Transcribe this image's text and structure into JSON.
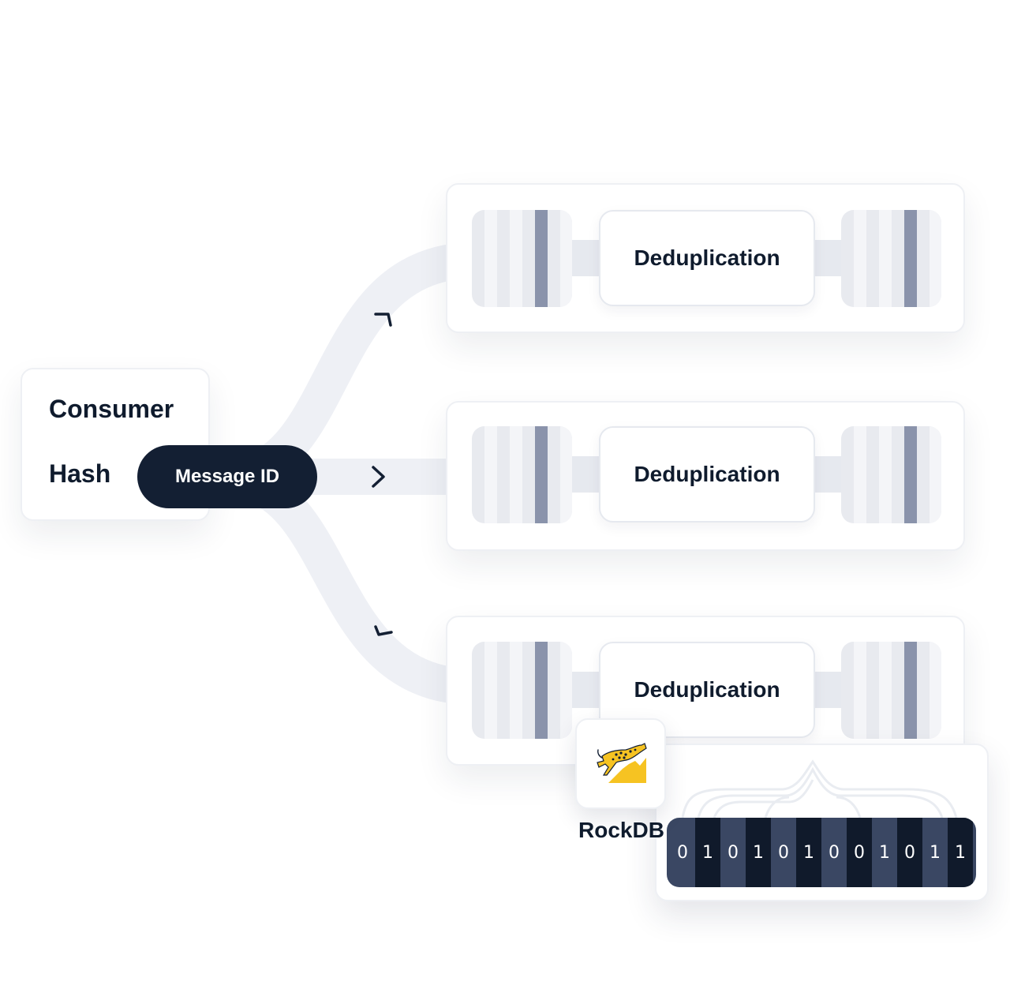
{
  "consumer": {
    "title": "Consumer",
    "hash_label": "Hash",
    "message_pill": "Message ID"
  },
  "lanes": [
    {
      "label": "Deduplication"
    },
    {
      "label": "Deduplication"
    },
    {
      "label": "Deduplication"
    }
  ],
  "rockdb": {
    "label": "RockDB",
    "icon": "cheetah-icon"
  },
  "bits": [
    "0",
    "1",
    "0",
    "1",
    "0",
    "1",
    "0",
    "0",
    "1",
    "0",
    "1",
    "1"
  ],
  "colors": {
    "pill": "#131f33",
    "queue_marker": "#8a93ab",
    "bits_strip": "#3a4763",
    "bit_dark": "#101a2b",
    "rock_yellow": "#f6c322"
  }
}
